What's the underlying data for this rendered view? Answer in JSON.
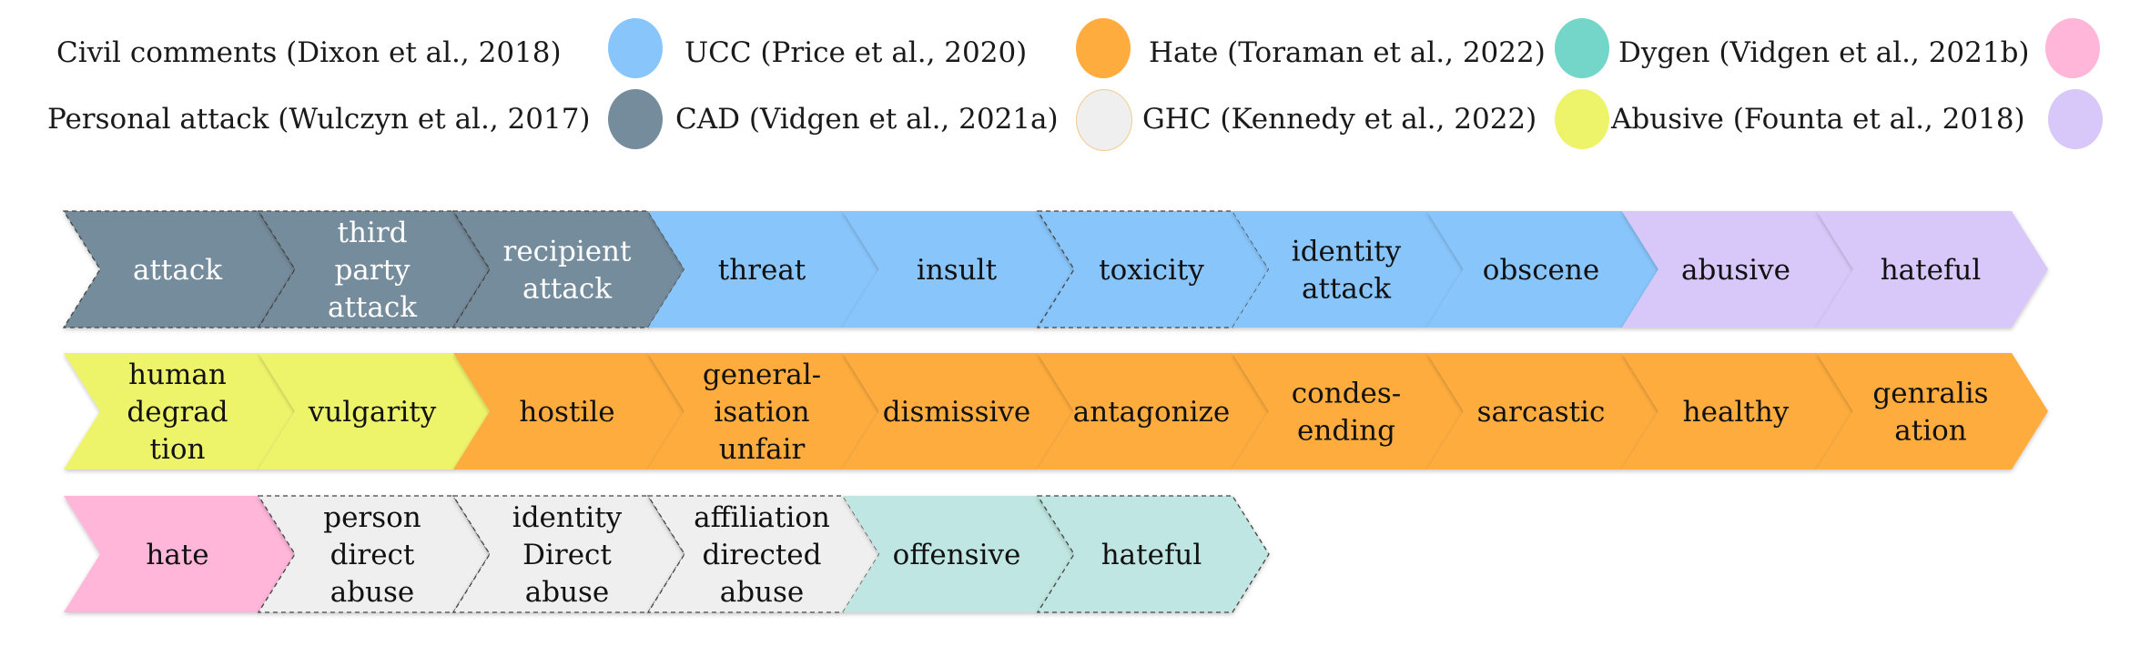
{
  "legend": [
    {
      "label": "Civil comments (Dixon et al., 2018)",
      "color": "#ffb6d9",
      "border": ""
    },
    {
      "label": "UCC (Price et al., 2020)",
      "color": "#88c5fb",
      "border": ""
    },
    {
      "label": "Hate (Toraman et al., 2022)",
      "color": "#feac3d",
      "border": ""
    },
    {
      "label": "Dygen (Vidgen et al., 2021b)",
      "color": "#73d6c8",
      "border": ""
    },
    {
      "label": "Personal attack (Wulczyn et al., 2017)",
      "color": "#d8c8fa",
      "border": ""
    },
    {
      "label": "CAD (Vidgen et al., 2021a)",
      "color": "#758c9c",
      "border": ""
    },
    {
      "label": "GHC (Kennedy et al., 2022)",
      "color": "#efefef",
      "border": "#f3c98a"
    },
    {
      "label": "Abusive (Founta et al., 2018)",
      "color": "#eef46a",
      "border": ""
    }
  ],
  "rows": [
    [
      {
        "lines": [
          "attack"
        ],
        "color": "#758c9c",
        "text_color": "#ffffff",
        "dashed": true
      },
      {
        "lines": [
          "third",
          "party",
          "attack"
        ],
        "color": "#758c9c",
        "text_color": "#ffffff",
        "dashed": true
      },
      {
        "lines": [
          "recipient",
          "attack"
        ],
        "color": "#758c9c",
        "text_color": "#ffffff",
        "dashed": true
      },
      {
        "lines": [
          "threat"
        ],
        "color": "#88c5fb",
        "text_color": "#111111",
        "dashed": false
      },
      {
        "lines": [
          "insult"
        ],
        "color": "#88c5fb",
        "text_color": "#111111",
        "dashed": false
      },
      {
        "lines": [
          "toxicity"
        ],
        "color": "#88c5fb",
        "text_color": "#111111",
        "dashed": true
      },
      {
        "lines": [
          "identity",
          "attack"
        ],
        "color": "#88c5fb",
        "text_color": "#111111",
        "dashed": false
      },
      {
        "lines": [
          "obscene"
        ],
        "color": "#88c5fb",
        "text_color": "#111111",
        "dashed": false
      },
      {
        "lines": [
          "abusive"
        ],
        "color": "#d8c8fa",
        "text_color": "#111111",
        "dashed": false
      },
      {
        "lines": [
          "hateful"
        ],
        "color": "#d8c8fa",
        "text_color": "#111111",
        "dashed": false
      }
    ],
    [
      {
        "lines": [
          "human",
          "degrad",
          "tion"
        ],
        "color": "#eef46a",
        "text_color": "#111111",
        "dashed": false
      },
      {
        "lines": [
          "vulgarity"
        ],
        "color": "#eef46a",
        "text_color": "#111111",
        "dashed": false
      },
      {
        "lines": [
          "hostile"
        ],
        "color": "#feac3d",
        "text_color": "#111111",
        "dashed": false
      },
      {
        "lines": [
          "general-",
          "isation",
          "unfair"
        ],
        "color": "#feac3d",
        "text_color": "#111111",
        "dashed": false
      },
      {
        "lines": [
          "dismissive"
        ],
        "color": "#feac3d",
        "text_color": "#111111",
        "dashed": false
      },
      {
        "lines": [
          "antagonize"
        ],
        "color": "#feac3d",
        "text_color": "#111111",
        "dashed": false
      },
      {
        "lines": [
          "condes-",
          "ending"
        ],
        "color": "#feac3d",
        "text_color": "#111111",
        "dashed": false
      },
      {
        "lines": [
          "sarcastic"
        ],
        "color": "#feac3d",
        "text_color": "#111111",
        "dashed": false
      },
      {
        "lines": [
          "healthy"
        ],
        "color": "#feac3d",
        "text_color": "#111111",
        "dashed": false
      },
      {
        "lines": [
          "genralis",
          "ation"
        ],
        "color": "#feac3d",
        "text_color": "#111111",
        "dashed": false
      }
    ],
    [
      {
        "lines": [
          "hate"
        ],
        "color": "#ffb6d9",
        "text_color": "#111111",
        "dashed": false
      },
      {
        "lines": [
          "person",
          "direct",
          "abuse"
        ],
        "color": "#efefef",
        "text_color": "#111111",
        "dashed": true
      },
      {
        "lines": [
          "identity",
          "Direct",
          "abuse"
        ],
        "color": "#efefef",
        "text_color": "#111111",
        "dashed": true
      },
      {
        "lines": [
          "affiliation",
          "directed",
          "abuse"
        ],
        "color": "#efefef",
        "text_color": "#111111",
        "dashed": true
      },
      {
        "lines": [
          "offensive"
        ],
        "color": "#bfe6e2",
        "text_color": "#111111",
        "dashed": false
      },
      {
        "lines": [
          "hateful"
        ],
        "color": "#bfe6e2",
        "text_color": "#111111",
        "dashed": true
      }
    ]
  ]
}
